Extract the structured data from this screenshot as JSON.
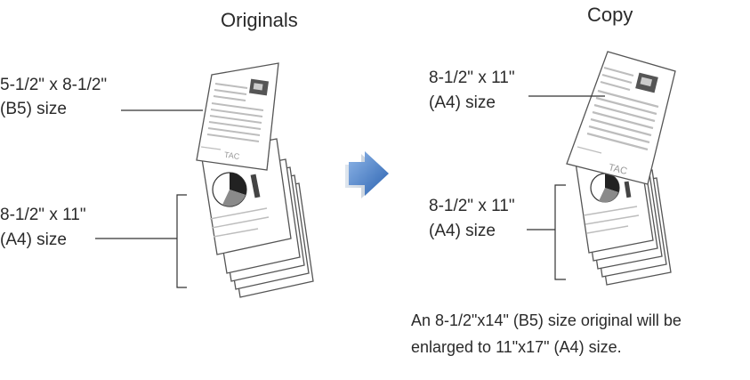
{
  "originals": {
    "heading": "Originals",
    "small_label_line1": "5-1/2\" x 8-1/2\"",
    "small_label_line2": "(B5) size",
    "large_label_line1": "8-1/2\" x 11\"",
    "large_label_line2": "(A4) size"
  },
  "copy": {
    "heading": "Copy",
    "top_label_line1": "8-1/2\" x 11\"",
    "top_label_line2": "(A4) size",
    "stack_label_line1": "8-1/2\" x 11\"",
    "stack_label_line2": "(A4) size"
  },
  "note": {
    "line1": "An 8-1/2\"x14\" (B5) size original will be",
    "line2": "enlarged to 11\"x17\" (A4) size."
  },
  "page_mark": "TAC",
  "colors": {
    "arrow": "#3b78c4",
    "paper_edge": "#555555",
    "text_line": "#b9b9b9"
  }
}
